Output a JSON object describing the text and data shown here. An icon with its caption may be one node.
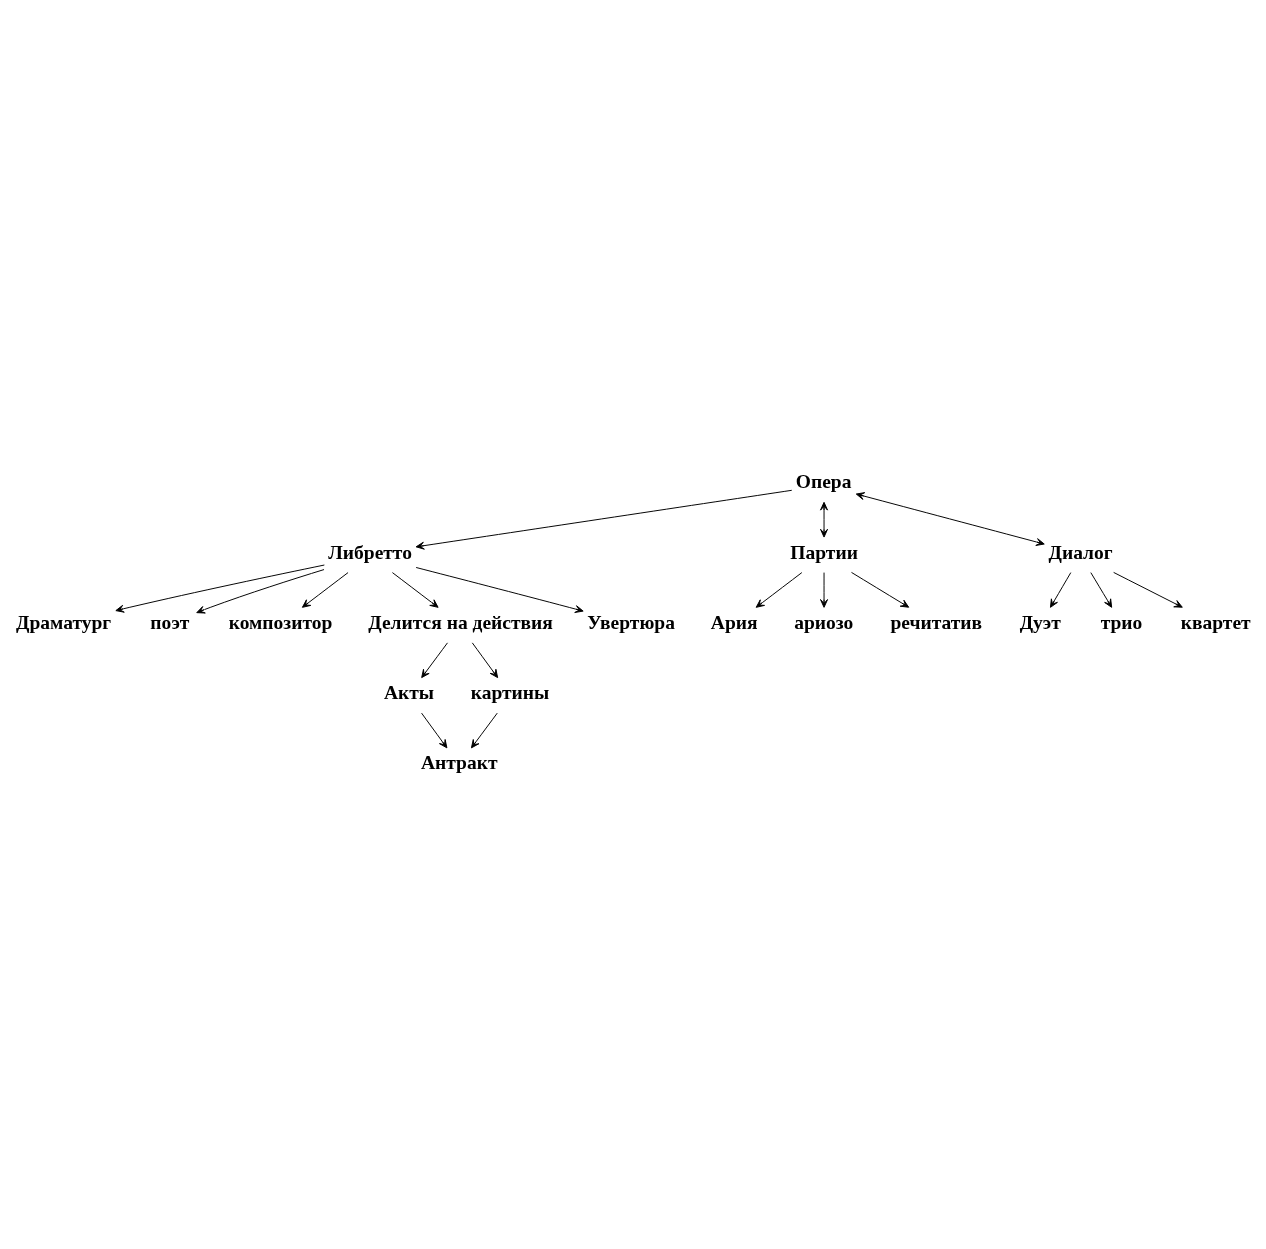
{
  "diagram": {
    "nodes": [
      {
        "text": [
          "Опера"
        ]
      },
      {
        "text": [
          "Либретто"
        ]
      },
      {
        "text": [
          "Драматург"
        ]
      },
      {
        "text": [
          "поэт"
        ]
      },
      {
        "text": [
          "композитор"
        ]
      },
      {
        "text": [
          "Делится на действия"
        ]
      },
      {
        "text": [
          "Акты"
        ]
      },
      {
        "text": [
          "картины"
        ]
      },
      {
        "text": [
          "Антракт"
        ]
      },
      {
        "text": [
          "Увертюра"
        ]
      },
      {
        "text": [
          "Партии"
        ]
      },
      {
        "text": [
          "Диалог"
        ]
      },
      {
        "text": [
          "Ария"
        ]
      },
      {
        "text": [
          "ариозо"
        ]
      },
      {
        "text": [
          "речитатив"
        ]
      },
      {
        "text": [
          "Дуэт"
        ]
      },
      {
        "text": [
          "трио"
        ]
      },
      {
        "text": [
          "квартет"
        ]
      }
    ],
    "edges": [
      {
        "from": 0,
        "to": 1,
        "arrow": "to"
      },
      {
        "from": 0,
        "to": 10,
        "arrow": "both"
      },
      {
        "from": 0,
        "to": 11,
        "arrow": "both"
      },
      {
        "from": 1,
        "to": 2,
        "arrow": "to"
      },
      {
        "from": 1,
        "to": 3,
        "arrow": "to"
      },
      {
        "from": 1,
        "to": 4,
        "arrow": "to"
      },
      {
        "from": 1,
        "to": 5,
        "arrow": "to"
      },
      {
        "from": 1,
        "to": 9,
        "arrow": "to"
      },
      {
        "from": 5,
        "to": 6,
        "arrow": "to"
      },
      {
        "from": 5,
        "to": 7,
        "arrow": "to"
      },
      {
        "from": 6,
        "to": 8,
        "arrow": "to"
      },
      {
        "from": 7,
        "to": 8,
        "arrow": "to"
      },
      {
        "from": 10,
        "to": 12,
        "arrow": "to"
      },
      {
        "from": 10,
        "to": 13,
        "arrow": "to"
      },
      {
        "from": 10,
        "to": 14,
        "arrow": "to"
      },
      {
        "from": 11,
        "to": 15,
        "arrow": "to"
      },
      {
        "from": 11,
        "to": 16,
        "arrow": "to"
      },
      {
        "from": 11,
        "to": 17,
        "arrow": "to"
      }
    ]
  }
}
